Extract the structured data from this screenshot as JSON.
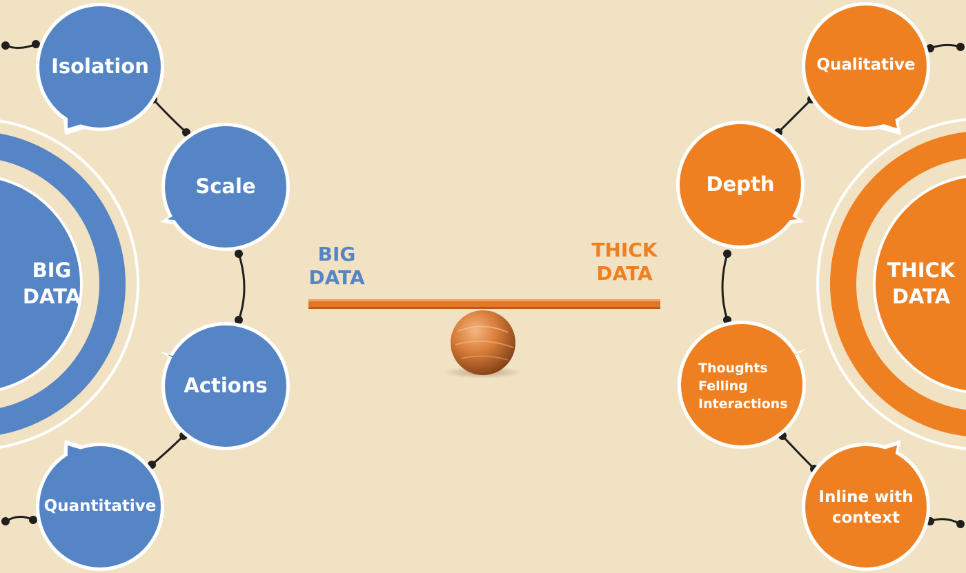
{
  "colors": {
    "background": "#f2e2c4",
    "big_data": "#5585c5",
    "thick_data": "#ee8021",
    "connector": "#1f1f1f",
    "outline": "#ffffff"
  },
  "big_data": {
    "hub_label": "BIG\nDATA",
    "nodes": {
      "isolation": "Isolation",
      "scale": "Scale",
      "actions": "Actions",
      "quantitative": "Quantitative"
    }
  },
  "thick_data": {
    "hub_label": "THICK\nDATA",
    "nodes": {
      "qualitative": "Qualitative",
      "depth": "Depth",
      "thoughts": "Thoughts\nFelling\nInteractions",
      "inline_context": "Inline with\ncontext"
    }
  },
  "balance": {
    "left_label": "BIG\nDATA",
    "right_label": "THICK\nDATA"
  }
}
